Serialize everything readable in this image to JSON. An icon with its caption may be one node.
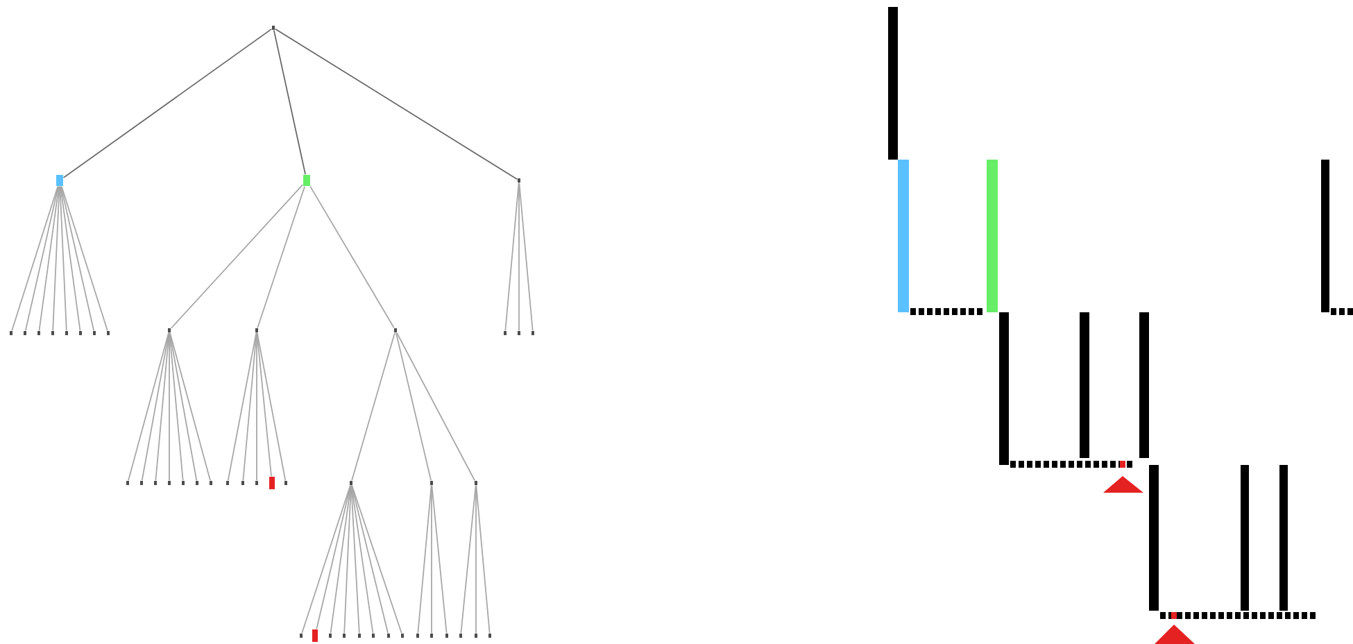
{
  "diagram": {
    "nodes": [
      {
        "text": [],
        "shape": "box"
      },
      {
        "text": [],
        "shape": "box"
      },
      {
        "text": [],
        "shape": "box"
      },
      {
        "text": [],
        "shape": "box"
      },
      {
        "text": [],
        "shape": "box"
      },
      {
        "text": [],
        "shape": "box"
      },
      {
        "text": [],
        "shape": "box"
      },
      {
        "text": [],
        "shape": "box"
      },
      {
        "text": [],
        "shape": "box"
      },
      {
        "text": [],
        "shape": "box"
      },
      {
        "text": [],
        "shape": "box"
      },
      {
        "text": [],
        "shape": "box"
      },
      {
        "text": [],
        "shape": "box"
      },
      {
        "text": [],
        "shape": "box"
      },
      {
        "text": [],
        "shape": "box"
      },
      {
        "text": [],
        "shape": "box"
      },
      {
        "text": [],
        "shape": "box"
      },
      {
        "text": [],
        "shape": "box"
      },
      {
        "text": [],
        "shape": "box"
      },
      {
        "text": [],
        "shape": "box"
      },
      {
        "text": [],
        "shape": "box"
      },
      {
        "text": [],
        "shape": "box"
      },
      {
        "text": [],
        "shape": "box"
      },
      {
        "text": [],
        "shape": "box"
      },
      {
        "text": [],
        "shape": "box"
      },
      {
        "text": [],
        "shape": "box"
      },
      {
        "text": [],
        "shape": "box"
      },
      {
        "text": [],
        "shape": "box"
      },
      {
        "text": [],
        "shape": "box"
      },
      {
        "text": [],
        "shape": "box"
      },
      {
        "text": [],
        "shape": "box"
      },
      {
        "text": [],
        "shape": "box"
      },
      {
        "text": [],
        "shape": "box"
      },
      {
        "text": [],
        "shape": "box"
      },
      {
        "text": [],
        "shape": "box"
      },
      {
        "text": [],
        "shape": "box"
      },
      {
        "text": [],
        "shape": "box"
      },
      {
        "text": [],
        "shape": "box"
      },
      {
        "text": [],
        "shape": "box"
      },
      {
        "text": [],
        "shape": "box"
      },
      {
        "text": [],
        "shape": "box"
      },
      {
        "text": [],
        "shape": "box"
      },
      {
        "text": [],
        "shape": "box"
      },
      {
        "text": [],
        "shape": "box"
      },
      {
        "text": [],
        "shape": "box"
      },
      {
        "text": [],
        "shape": "box"
      },
      {
        "text": [],
        "shape": "box"
      }
    ],
    "edges": [
      {
        "from": 0,
        "to": 1,
        "arrow": "none"
      },
      {
        "from": 0,
        "to": 2,
        "arrow": "none"
      },
      {
        "from": 0,
        "to": 3,
        "arrow": "none"
      },
      {
        "from": 1,
        "to": 4,
        "arrow": "none"
      },
      {
        "from": 1,
        "to": 5,
        "arrow": "none"
      },
      {
        "from": 1,
        "to": 6,
        "arrow": "none"
      },
      {
        "from": 1,
        "to": 7,
        "arrow": "none"
      },
      {
        "from": 1,
        "to": 8,
        "arrow": "none"
      },
      {
        "from": 1,
        "to": 9,
        "arrow": "none"
      },
      {
        "from": 1,
        "to": 10,
        "arrow": "none"
      },
      {
        "from": 1,
        "to": 11,
        "arrow": "none"
      },
      {
        "from": 2,
        "to": 12,
        "arrow": "none"
      },
      {
        "from": 2,
        "to": 13,
        "arrow": "none"
      },
      {
        "from": 2,
        "to": 14,
        "arrow": "none"
      },
      {
        "from": 3,
        "to": 15,
        "arrow": "none"
      },
      {
        "from": 3,
        "to": 16,
        "arrow": "none"
      },
      {
        "from": 3,
        "to": 17,
        "arrow": "none"
      },
      {
        "from": 12,
        "to": 18,
        "arrow": "none"
      },
      {
        "from": 12,
        "to": 19,
        "arrow": "none"
      },
      {
        "from": 12,
        "to": 20,
        "arrow": "none"
      },
      {
        "from": 12,
        "to": 21,
        "arrow": "none"
      },
      {
        "from": 12,
        "to": 22,
        "arrow": "none"
      },
      {
        "from": 12,
        "to": 23,
        "arrow": "none"
      },
      {
        "from": 12,
        "to": 24,
        "arrow": "none"
      },
      {
        "from": 13,
        "to": 25,
        "arrow": "none"
      },
      {
        "from": 13,
        "to": 26,
        "arrow": "none"
      },
      {
        "from": 13,
        "to": 27,
        "arrow": "none"
      },
      {
        "from": 13,
        "to": 28,
        "arrow": "none"
      },
      {
        "from": 13,
        "to": 29,
        "arrow": "none"
      },
      {
        "from": 14,
        "to": 30,
        "arrow": "none"
      },
      {
        "from": 14,
        "to": 31,
        "arrow": "none"
      },
      {
        "from": 14,
        "to": 32,
        "arrow": "none"
      },
      {
        "from": 30,
        "to": 33,
        "arrow": "none"
      },
      {
        "from": 30,
        "to": 34,
        "arrow": "none"
      },
      {
        "from": 30,
        "to": 35,
        "arrow": "none"
      },
      {
        "from": 30,
        "to": 36,
        "arrow": "none"
      },
      {
        "from": 30,
        "to": 37,
        "arrow": "none"
      },
      {
        "from": 30,
        "to": 38,
        "arrow": "none"
      },
      {
        "from": 30,
        "to": 39,
        "arrow": "none"
      },
      {
        "from": 30,
        "to": 40,
        "arrow": "none"
      },
      {
        "from": 31,
        "to": 41,
        "arrow": "none"
      },
      {
        "from": 31,
        "to": 42,
        "arrow": "none"
      },
      {
        "from": 31,
        "to": 43,
        "arrow": "none"
      },
      {
        "from": 32,
        "to": 44,
        "arrow": "none"
      },
      {
        "from": 32,
        "to": 45,
        "arrow": "none"
      },
      {
        "from": 32,
        "to": 46,
        "arrow": "none"
      }
    ]
  }
}
